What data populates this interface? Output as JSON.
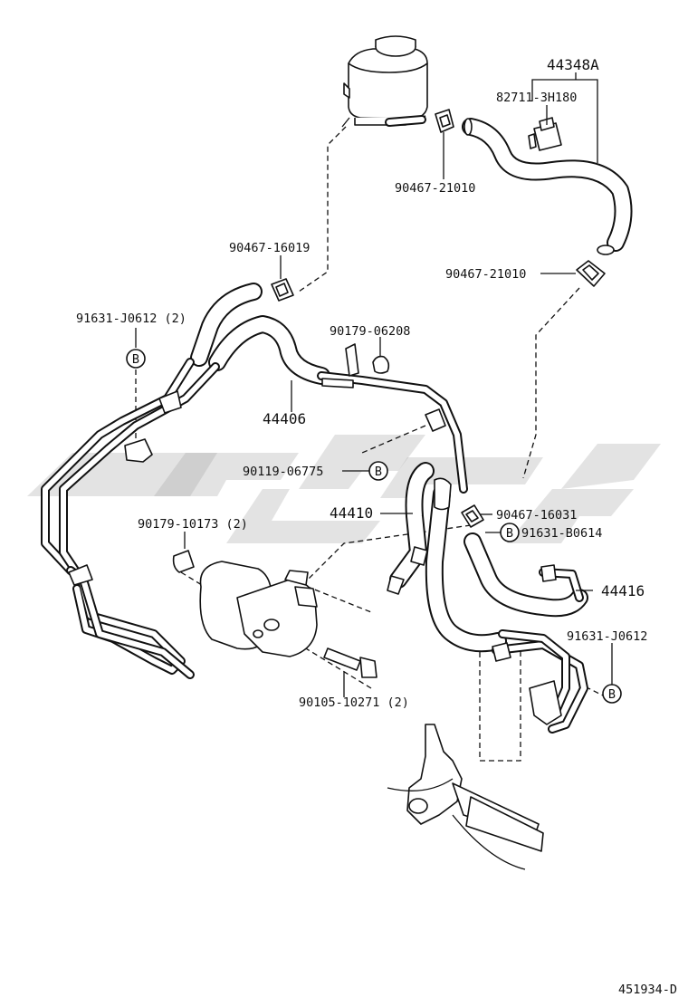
{
  "diagram_code": "451934-D",
  "callout_symbol": "B",
  "labels": {
    "hose_assembly": "44348A",
    "hose_clamp_top": "82711-3H180",
    "clip_reservoir": "90467-21010",
    "clip_right": "90467-21010",
    "clip_left": "90467-16019",
    "clamp_left": "91631-J0612 (2)",
    "grommet": "90179-06208",
    "pressure_pipe": "44406",
    "bolt_b": "90119-06775",
    "tube_return": "44410",
    "clip_mid": "90467-16031",
    "clamp_mid": "91631-B0614",
    "nut_pump": "90179-10173 (2)",
    "pipe_return": "44416",
    "clamp_right": "91631-J0612",
    "bolt_pump": "90105-10271 (2)"
  },
  "watermark_color": "#9a9a9a"
}
